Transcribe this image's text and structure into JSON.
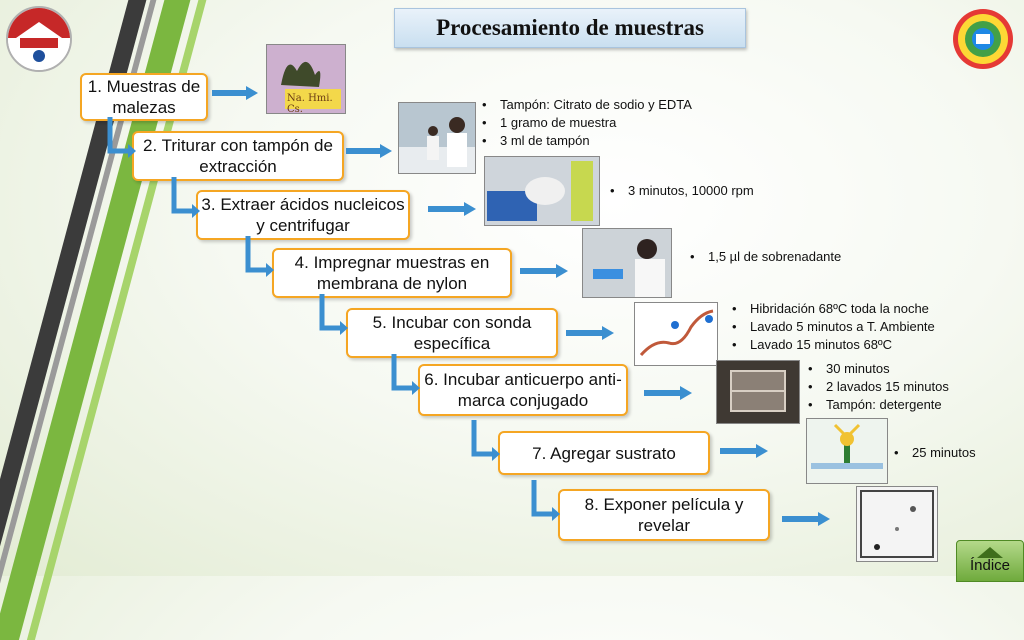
{
  "title": "Procesamiento de muestras",
  "steps": [
    "1. Muestras de malezas",
    "2. Triturar con tampón de extracción",
    "3. Extraer ácidos nucleicos y centrifugar",
    "4. Impregnar muestras en membrana de nylon",
    "5. Incubar con sonda específica",
    "6. Incubar anticuerpo anti-marca conjugado",
    "7. Agregar sustrato",
    "8. Exponer película y revelar"
  ],
  "photo_label": "Na. Hmi. Cs.",
  "notes": {
    "step2": [
      "Tampón: Citrato de sodio y EDTA",
      "1 gramo de muestra",
      "3 ml de tampón"
    ],
    "step3": [
      "3 minutos, 10000 rpm"
    ],
    "step4": [
      "1,5 µl de sobrenadante"
    ],
    "step5": [
      "Hibridación 68ºC toda la noche",
      "Lavado 5 minutos a T.  Ambiente",
      "Lavado 15 minutos 68ºC"
    ],
    "step6": [
      "30 minutos",
      "2 lavados 15 minutos",
      "Tampón: detergente"
    ],
    "step7": [
      "25 minutos"
    ]
  },
  "nav": {
    "indice": "Índice"
  },
  "colors": {
    "step_border": "#f5a623",
    "arrow": "#3b8fd0",
    "accent_green": "#7bb740"
  }
}
